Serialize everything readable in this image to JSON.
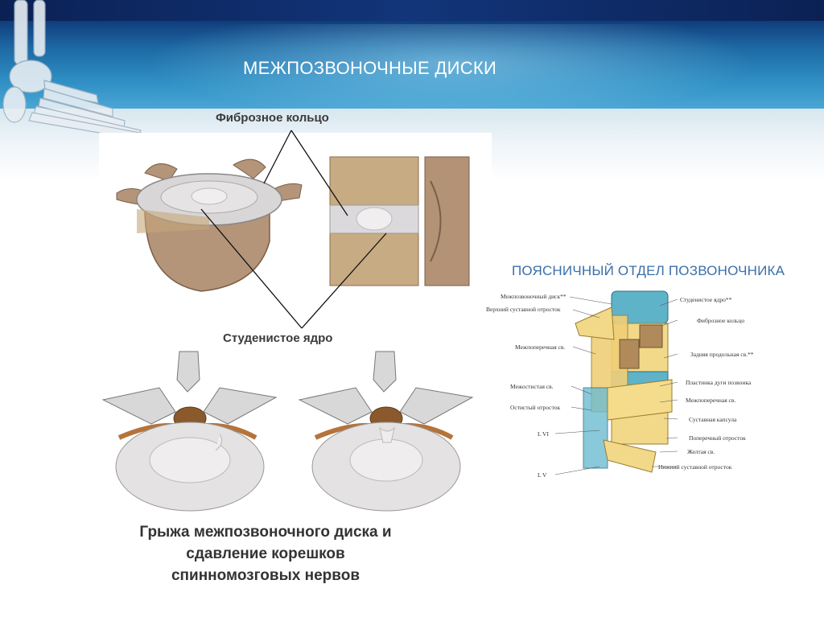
{
  "slide": {
    "title": "МЕЖПОЗВОНОЧНЫЕ ДИСКИ",
    "label_fibrous_ring": "Фиброзное кольцо",
    "label_nucleus": "Студенистое ядро",
    "caption": {
      "line1": "Грыжа межпозвоночного диска и",
      "line2": "сдавление корешков",
      "line3": "спинномозговых нервов"
    }
  },
  "lumbar": {
    "title": "ПОЯСНИЧНЫЙ ОТДЕЛ ПОЗВОНОЧНИКА",
    "left_labels": [
      "Межпозвоночный диск**",
      "Верхний суставной отросток",
      "Межпоперечная св.",
      "Межостистая св.",
      "Остистый отросток",
      "L VI",
      "L V"
    ],
    "right_labels": [
      "Студенистое ядро**",
      "Фиброзное кольцо",
      "Задняя продольная св.**",
      "Пластинка дуги позвонка",
      "Межпоперечная св.",
      "Суставная капсула",
      "Поперечный отросток",
      "Желтая св.",
      "Нижний суставной отросток"
    ]
  }
}
